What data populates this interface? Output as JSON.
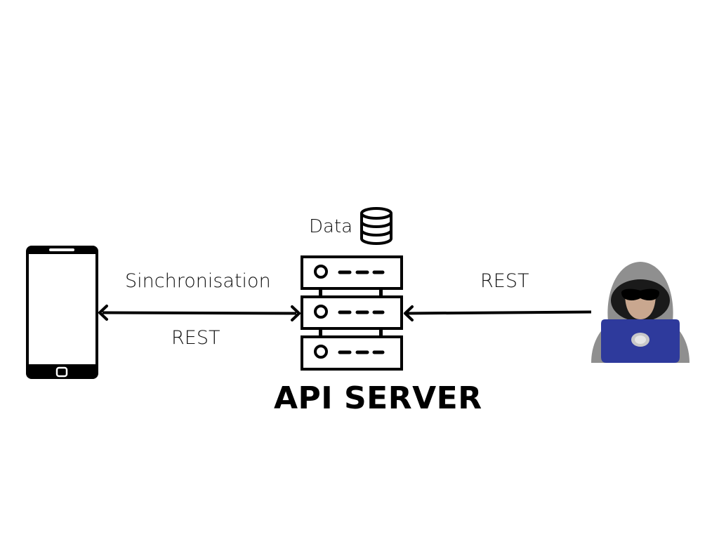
{
  "labels": {
    "data": "Data",
    "sync": "Sinchronisation",
    "rest_left": "REST",
    "rest_right": "REST",
    "server_title": "API SERVER"
  },
  "nodes": [
    {
      "role": "mobile-client",
      "icon": "smartphone-icon"
    },
    {
      "role": "api-server",
      "icon": "server-rack-icon"
    },
    {
      "role": "attacker",
      "icon": "hooded-hacker-icon"
    },
    {
      "role": "data-store",
      "icon": "database-icon"
    }
  ],
  "connections": [
    {
      "from": "mobile-client",
      "to": "api-server",
      "direction": "bidirectional",
      "labels": [
        "Sinchronisation",
        "REST"
      ]
    },
    {
      "from": "attacker",
      "to": "api-server",
      "direction": "one-way",
      "labels": [
        "REST"
      ]
    }
  ],
  "colors": {
    "stroke": "#000000",
    "laptop": "#2e3a9c",
    "hood": "#8c8c8c",
    "skin": "#c9a78f"
  }
}
